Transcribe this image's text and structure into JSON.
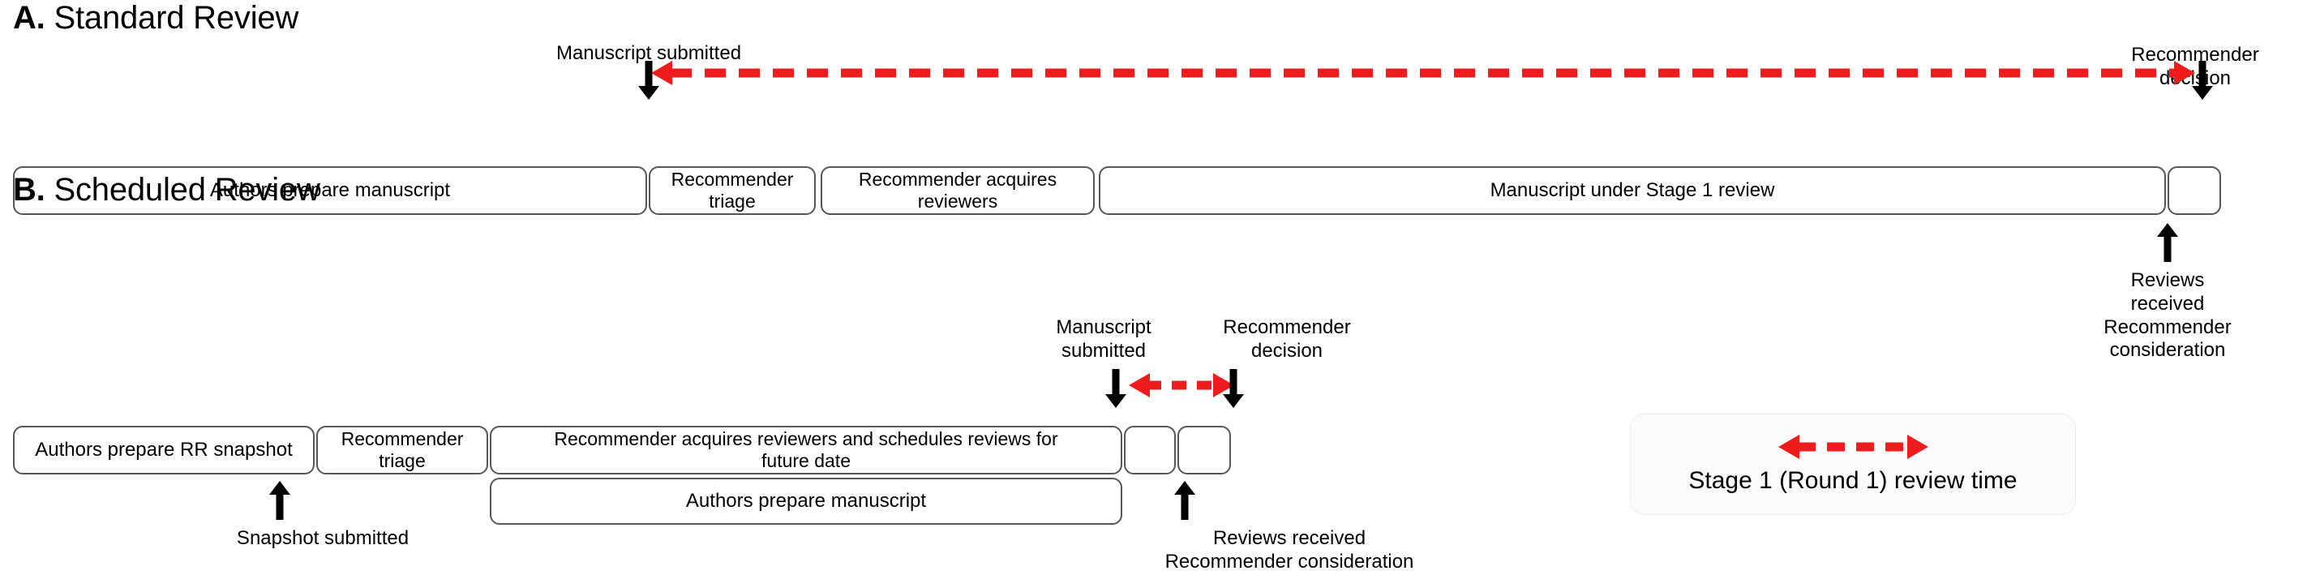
{
  "colors": {
    "red": "#ee1c1c",
    "box_border": "#565656",
    "text": "#000000",
    "legend_bg": "#fbfbfb"
  },
  "panels": [
    {
      "id": "standard-review",
      "letter": "A.",
      "title": "Standard Review",
      "boxes": [
        {
          "label": "Authors prepare manuscript"
        },
        {
          "label": "Recommender\ntriage"
        },
        {
          "label": "Recommender acquires\nreviewers"
        },
        {
          "label": "Manuscript under Stage 1 review"
        },
        {
          "label": ""
        }
      ],
      "annotations": [
        {
          "name": "manuscript-submitted",
          "text": "Manuscript submitted"
        },
        {
          "name": "recommender-decision",
          "text": "Recommender decision"
        },
        {
          "name": "reviews-received",
          "text": "Reviews received\nRecommender consideration"
        }
      ]
    },
    {
      "id": "scheduled-review",
      "letter": "B.",
      "title": "Scheduled Review",
      "boxes": [
        {
          "label": "Authors prepare RR snapshot"
        },
        {
          "label": "Recommender\ntriage"
        },
        {
          "label": "Recommender acquires reviewers and schedules reviews for\nfuture date"
        },
        {
          "label": ""
        },
        {
          "label": ""
        },
        {
          "label": "Authors prepare manuscript"
        }
      ],
      "annotations": [
        {
          "name": "snapshot-submitted",
          "text": "Snapshot submitted"
        },
        {
          "name": "manuscript-submitted",
          "text": "Manuscript\nsubmitted"
        },
        {
          "name": "recommender-decision",
          "text": "Recommender\ndecision"
        },
        {
          "name": "reviews-received",
          "text": "Reviews received\nRecommender consideration"
        }
      ]
    }
  ],
  "legend": {
    "label": "Stage 1 (Round 1) review time",
    "icon": "red-dashed-double-arrow-icon"
  }
}
